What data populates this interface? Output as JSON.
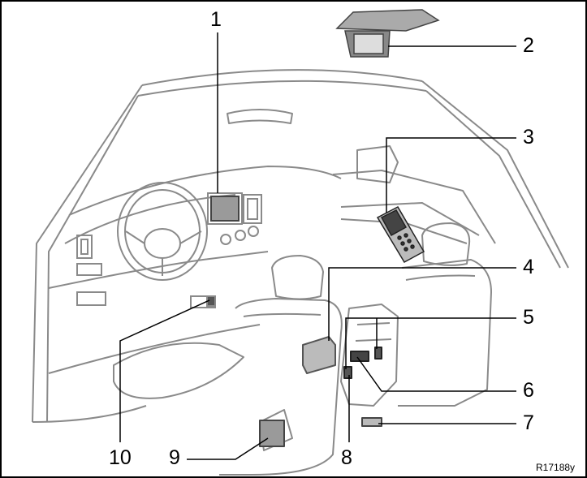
{
  "callouts": [
    "1",
    "2",
    "3",
    "4",
    "5",
    "6",
    "7",
    "8",
    "9",
    "10"
  ],
  "figure_code": "R17188y"
}
